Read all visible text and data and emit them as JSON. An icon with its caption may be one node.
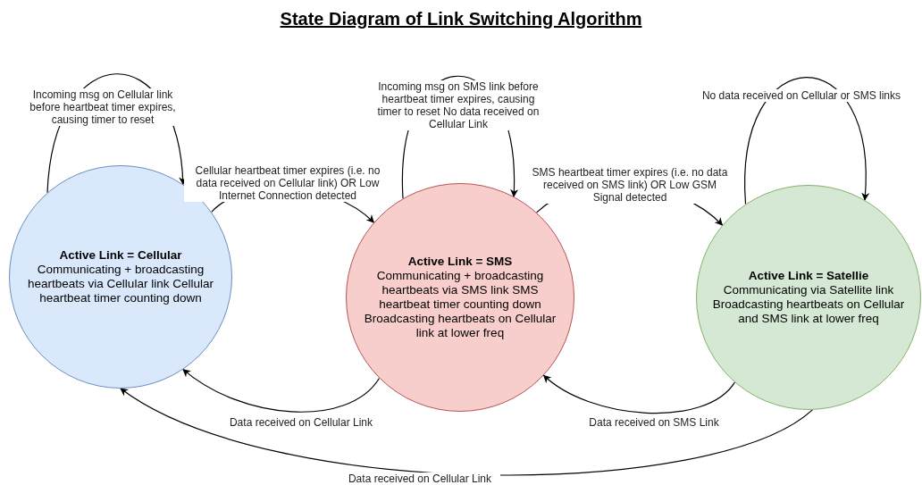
{
  "diagram": {
    "title": "State Diagram of Link Switching Algorithm",
    "nodes": [
      {
        "text": [
          "Active Link = Cellular",
          "Communicating + broadcasting heartbeats via Cellular link Cellular heartbeat timer counting down"
        ]
      },
      {
        "text": [
          "Active Link = SMS",
          "Communicating + broadcasting heartbeats via SMS link SMS heartbeat timer counting down Broadcasting heartbeats on Cellular link at lower freq"
        ]
      },
      {
        "text": [
          "Active Link = Satellie",
          "Communicating via Satellite link Broadcasting heartbeats on Cellular and SMS link at lower freq"
        ]
      }
    ],
    "edges": [
      {
        "from": 0,
        "to": 0,
        "arrow": "to",
        "label": "Incoming msg on Cellular link before heartbeat timer expires, causing timer to reset"
      },
      {
        "from": 0,
        "to": 1,
        "arrow": "to",
        "label": "Cellular heartbeat timer expires (i.e. no data received on Cellular link) OR Low Internet Connection detected"
      },
      {
        "from": 1,
        "to": 1,
        "arrow": "to",
        "label": "Incoming msg on SMS link before heartbeat timer expires, causing timer to reset No data received on Cellular Link"
      },
      {
        "from": 1,
        "to": 2,
        "arrow": "to",
        "label": "SMS heartbeat timer expires (i.e. no data received on SMS link) OR Low GSM Signal detected"
      },
      {
        "from": 2,
        "to": 2,
        "arrow": "to",
        "label": "No data received on Cellular or SMS links"
      },
      {
        "from": 1,
        "to": 0,
        "arrow": "to",
        "label": "Data received on Cellular Link"
      },
      {
        "from": 2,
        "to": 1,
        "arrow": "to",
        "label": "Data received on SMS Link"
      },
      {
        "from": 2,
        "to": 0,
        "arrow": "to",
        "label": "Data received on Cellular Link"
      }
    ]
  }
}
